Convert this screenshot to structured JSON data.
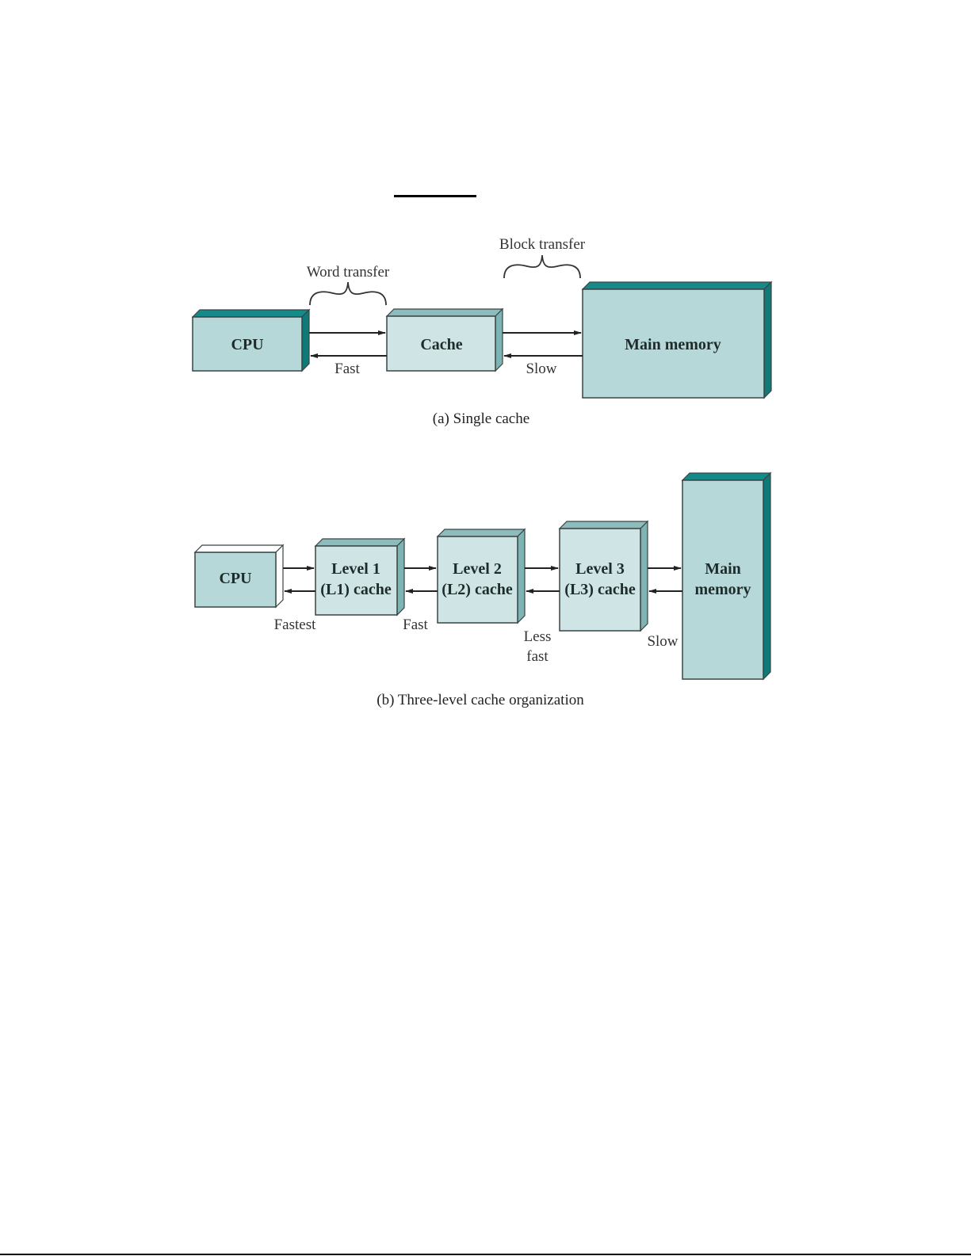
{
  "colors": {
    "box_front_main": "#b7d8d8",
    "box_front_light": "#cfe5e5",
    "box_side_dark": "#0f7a78",
    "box_side_light": "#7fb4b4",
    "box_top_dark": "#168a88",
    "box_top_light": "#8cbcbc",
    "outline": "#3a4444",
    "arrow": "#222222"
  },
  "diagram_a": {
    "caption": "(a) Single cache",
    "cpu_label": "CPU",
    "cache_label": "Cache",
    "memory_label": "Main memory",
    "word_transfer": "Word transfer",
    "block_transfer": "Block transfer",
    "fast": "Fast",
    "slow": "Slow"
  },
  "diagram_b": {
    "caption": "(b) Three-level cache organization",
    "cpu_label": "CPU",
    "l1_line1": "Level 1",
    "l1_line2": "(L1) cache",
    "l2_line1": "Level 2",
    "l2_line2": "(L2) cache",
    "l3_line1": "Level 3",
    "l3_line2": "(L3) cache",
    "memory_line1": "Main",
    "memory_line2": "memory",
    "fastest": "Fastest",
    "fast": "Fast",
    "less_fast_line1": "Less",
    "less_fast_line2": "fast",
    "slow": "Slow"
  }
}
